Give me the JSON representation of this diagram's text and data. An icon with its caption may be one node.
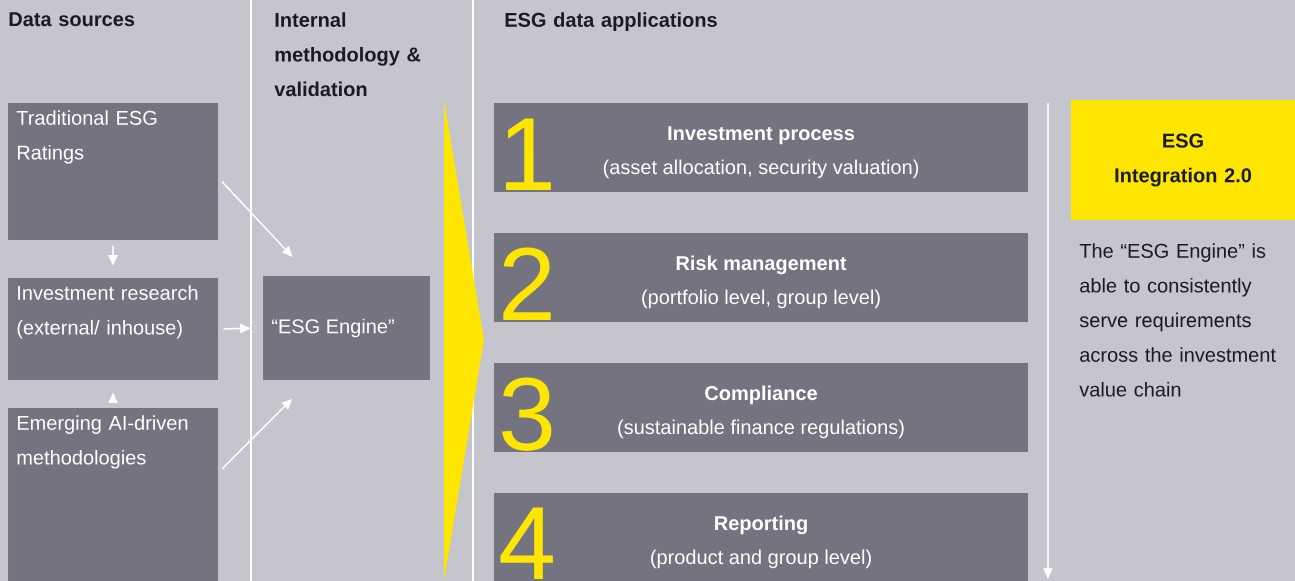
{
  "diagram": {
    "nodes": [
      {
        "text": [
          "Traditional ESG Ratings"
        ]
      },
      {
        "text": [
          "Investment research (external/ inhouse)"
        ]
      },
      {
        "text": [
          "Emerging AI-driven methodologies"
        ]
      },
      {
        "text": [
          "“ESG Engine”"
        ]
      },
      {
        "text": [
          "1",
          "Investment process",
          "(asset allocation, security valuation)"
        ]
      },
      {
        "text": [
          "2",
          "Risk management",
          "(portfolio level, group level)"
        ]
      },
      {
        "text": [
          "3",
          "Compliance",
          "(sustainable finance regulations)"
        ]
      },
      {
        "text": [
          "4",
          "Reporting",
          "(product and group level)"
        ]
      },
      {
        "text": [
          "ESG Integration 2.0"
        ]
      }
    ],
    "edges": [
      {
        "from": 0,
        "to": 1,
        "arrow": "to"
      },
      {
        "from": 2,
        "to": 1,
        "arrow": "to"
      },
      {
        "from": 0,
        "to": 3,
        "arrow": "to"
      },
      {
        "from": 1,
        "to": 3,
        "arrow": "to"
      },
      {
        "from": 2,
        "to": 3,
        "arrow": "to"
      }
    ],
    "labels": [
      "Data sources",
      "Internal methodology & validation",
      "ESG data applications",
      "The “ESG Engine” is able to consistently serve requirements across the investment value chain"
    ]
  }
}
